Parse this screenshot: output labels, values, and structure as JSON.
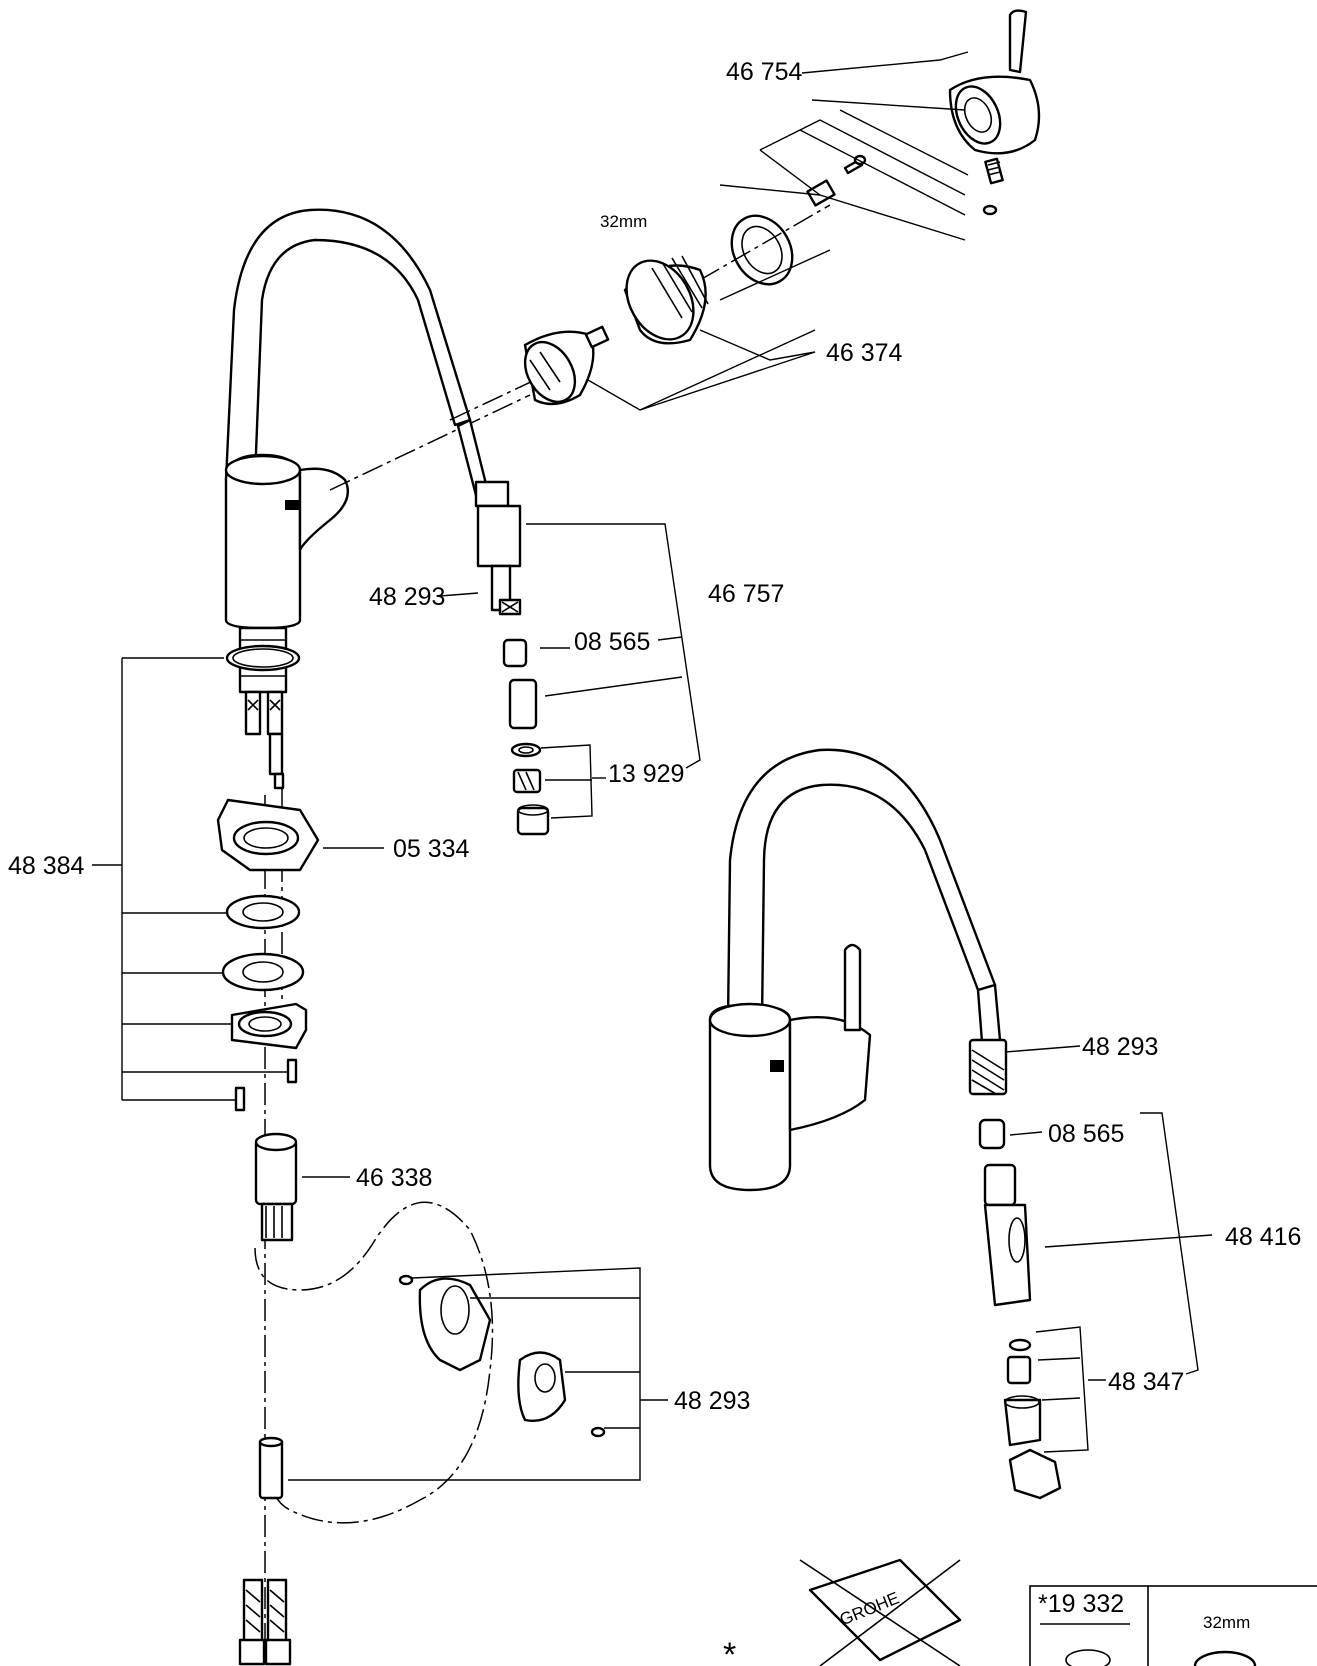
{
  "diagram": {
    "callouts": [
      {
        "id": "c46754",
        "text": "46 754"
      },
      {
        "id": "c32mm_top",
        "text": "32mm"
      },
      {
        "id": "c46374",
        "text": "46 374"
      },
      {
        "id": "c46757",
        "text": "46 757"
      },
      {
        "id": "c48293_a",
        "text": "48 293"
      },
      {
        "id": "c08565_a",
        "text": "08 565"
      },
      {
        "id": "c13929",
        "text": "13 929"
      },
      {
        "id": "c48384",
        "text": "48 384"
      },
      {
        "id": "c05334",
        "text": "05 334"
      },
      {
        "id": "c46338",
        "text": "46 338"
      },
      {
        "id": "c48293_b",
        "text": "48 293"
      },
      {
        "id": "c48293_c",
        "text": "48 293"
      },
      {
        "id": "c08565_b",
        "text": "08 565"
      },
      {
        "id": "c48416",
        "text": "48 416"
      },
      {
        "id": "c48347",
        "text": "48 347"
      },
      {
        "id": "c19332",
        "text": "*19 332"
      },
      {
        "id": "c32mm_box",
        "text": "32mm"
      },
      {
        "id": "cstar",
        "text": "*"
      }
    ],
    "brand_mark": "GROHE"
  }
}
